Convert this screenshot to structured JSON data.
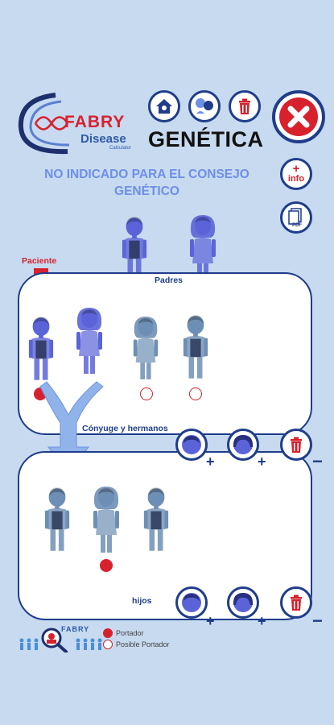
{
  "header": {
    "logo_brand": "FABRY",
    "logo_sub": "Disease",
    "logo_calc": "Calculator",
    "title": "GENÉTICA",
    "buttons": [
      "home-icon",
      "family-icon",
      "trash-icon",
      "close-icon"
    ]
  },
  "side_buttons": {
    "info_plus": "+",
    "info_label": "info",
    "pdf_label": "PDF"
  },
  "warning": "NO INDICADO PARA EL CONSEJO GENÉTICO",
  "pedigree": {
    "patient_label": "Paciente",
    "parents_label": "Padres",
    "siblings_label": "Cónyuge y hermanos",
    "children_label": "hijos",
    "plus_sign": "+",
    "minus_sign": "−"
  },
  "legend": {
    "brand": "FABRY",
    "carrier": "Portador",
    "possible_carrier": "Posible Portador"
  },
  "colors": {
    "accent": "#1f3d8a",
    "red": "#d7222e",
    "background": "#c7daf0",
    "person_active": "#5a64d8",
    "person_muted": "#6e8fb5"
  }
}
